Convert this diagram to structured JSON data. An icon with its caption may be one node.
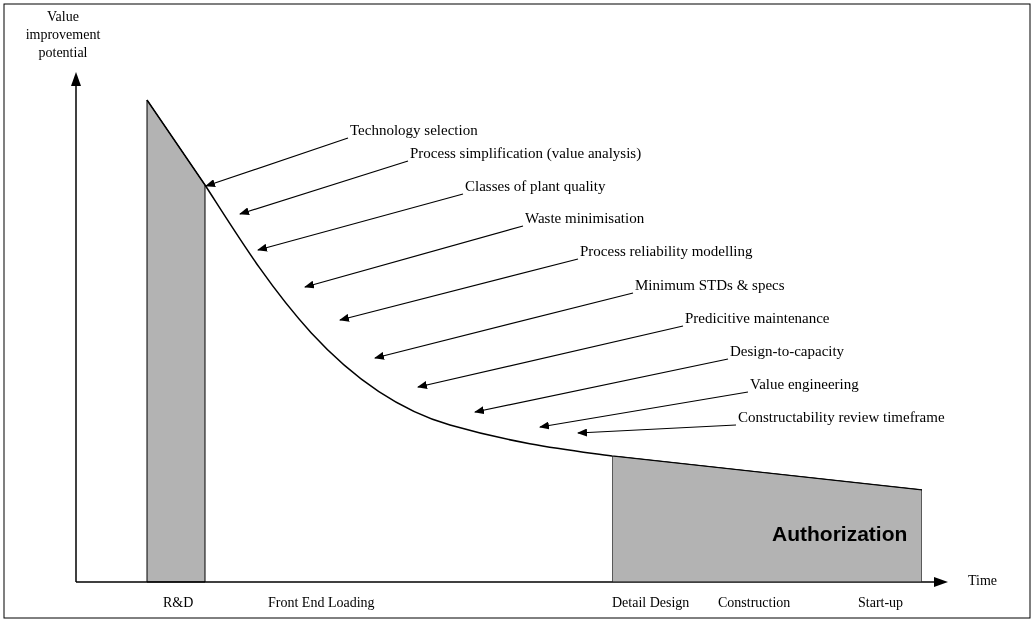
{
  "diagram": {
    "nodes": [
      {
        "text": [
          "Technology selection"
        ]
      },
      {
        "text": [
          "Process simplification (value analysis)"
        ]
      },
      {
        "text": [
          "Classes of plant quality"
        ]
      },
      {
        "text": [
          "Waste minimisation"
        ]
      },
      {
        "text": [
          "Process reliability modelling"
        ]
      },
      {
        "text": [
          "Minimum STDs & specs"
        ]
      },
      {
        "text": [
          "Predicitive maintenance"
        ]
      },
      {
        "text": [
          "Design-to-capacity"
        ]
      },
      {
        "text": [
          "Value engineering"
        ]
      },
      {
        "text": [
          "Constructability review timeframe"
        ]
      },
      {
        "text": [
          "Authorization"
        ]
      },
      {
        "text": [],
        "shape": "bar"
      }
    ],
    "edges": [
      {
        "from": 0,
        "to": 11,
        "arrow": "to"
      },
      {
        "from": 1,
        "to": null,
        "arrow": "to"
      },
      {
        "from": 2,
        "to": null,
        "arrow": "to"
      },
      {
        "from": 3,
        "to": null,
        "arrow": "to"
      },
      {
        "from": 4,
        "to": null,
        "arrow": "to"
      },
      {
        "from": 5,
        "to": null,
        "arrow": "to"
      },
      {
        "from": 6,
        "to": null,
        "arrow": "to"
      },
      {
        "from": 7,
        "to": null,
        "arrow": "to"
      },
      {
        "from": 8,
        "to": null,
        "arrow": "to"
      },
      {
        "from": 9,
        "to": null,
        "arrow": "to"
      }
    ],
    "labels": [
      "Value improvement potential",
      "Time",
      "R&D",
      "Front End Loading",
      "Detail Design",
      "Construction",
      "Start-up"
    ]
  }
}
